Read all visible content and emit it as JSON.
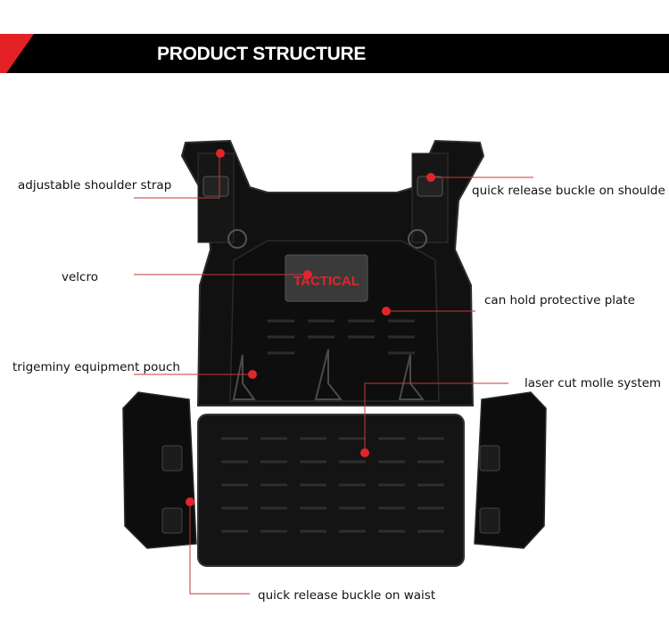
{
  "header": {
    "title": "PRODUCT STRUCTURE",
    "accent_color": "#e62125"
  },
  "patch": {
    "text": "TACTICAL"
  },
  "callouts": [
    {
      "key": "shoulder_strap",
      "text": "adjustable shoulder strap"
    },
    {
      "key": "shoulder_buckle",
      "text": "quick release buckle on shoulde"
    },
    {
      "key": "velcro",
      "text": "velcro"
    },
    {
      "key": "plate",
      "text": "can hold protective plate"
    },
    {
      "key": "pouch",
      "text": "trigeminy equipment pouch"
    },
    {
      "key": "molle",
      "text": "laser cut molle system"
    },
    {
      "key": "waist_buckle",
      "text": "quick release buckle on waist"
    }
  ],
  "colors": {
    "marker": "#e0262b",
    "vest": "#111111"
  }
}
